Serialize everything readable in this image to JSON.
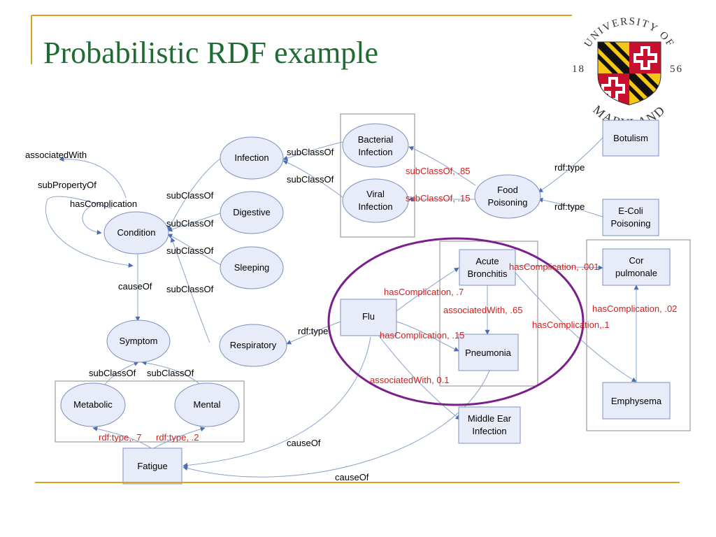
{
  "slide": {
    "title": "Probabilistic RDF example"
  },
  "logo": {
    "top_text": "UNIVERSITY OF",
    "bottom_text": "MARYLAND",
    "year_left": "18",
    "year_right": "56"
  },
  "nodes": {
    "condition": "Condition",
    "infection": "Infection",
    "digestive": "Digestive",
    "sleeping": "Sleeping",
    "respiratory": "Respiratory",
    "symptom": "Symptom",
    "metabolic": "Metabolic",
    "mental": "Mental",
    "fatigue": "Fatigue",
    "bacterial_1": "Bacterial",
    "bacterial_2": "Infection",
    "viral_1": "Viral",
    "viral_2": "Infection",
    "food_1": "Food",
    "food_2": "Poisoning",
    "botulism": "Botulism",
    "ecoli_1": "E-Coli",
    "ecoli_2": "Poisoning",
    "flu": "Flu",
    "acute_1": "Acute",
    "acute_2": "Bronchitis",
    "pneumonia": "Pneumonia",
    "middle_ear_1": "Middle Ear",
    "middle_ear_2": "Infection",
    "cor_1": "Cor",
    "cor_2": "pulmonale",
    "emphysema": "Emphysema"
  },
  "edge_labels": {
    "associated_with": "associatedWith",
    "sub_property_of": "subPropertyOf",
    "has_complication": "hasComplication",
    "sc_infection": "subClassOf",
    "sc_digestive": "subClassOf",
    "sc_sleeping": "subClassOf",
    "sc_respiratory": "subClassOf",
    "cause_of_condition": "causeOf",
    "sc_metabolic": "subClassOf",
    "sc_mental": "subClassOf",
    "sc_bacterial": "subClassOf",
    "sc_viral": "subClassOf",
    "botulism_type": "rdf:type",
    "ecoli_type": "rdf:type",
    "flu_type": "rdf:type",
    "cause_of_flu": "causeOf",
    "cause_of_middle_ear": "causeOf"
  },
  "prob_labels": {
    "sc_food_bacterial": "subClassOf, .85",
    "sc_food_viral": "subClassOf, .15",
    "flu_acute": "hasComplication, .7",
    "acute_pneumonia": "associatedWith, .65",
    "flu_pneumonia": "hasComplication, .15",
    "flu_middle_ear": "associatedWith, 0.1",
    "acute_cor": "hasComplication, .001",
    "acute_emphysema": "hasComplication,.1",
    "emphysema_cor": "hasComplication, .02",
    "fatigue_metabolic": "rdf:type,. 7",
    "fatigue_mental": "rdf:type, .2"
  },
  "colors": {
    "title": "#1f6b33",
    "accent_gold": "#d9a21b",
    "probability_red": "#d81c1c",
    "highlight_purple": "#7b1f8c",
    "node_fill": "#e8ecf8",
    "node_stroke": "#7d8fbf",
    "edge": "#8aa3cc"
  }
}
